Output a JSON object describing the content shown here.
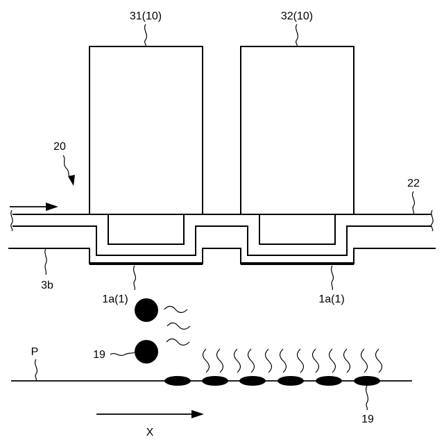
{
  "labels": {
    "head_left": "31(10)",
    "head_right": "32(10)",
    "unit": "20",
    "duct": "22",
    "base": "3b",
    "nozzle_left": "1a(1)",
    "nozzle_right": "1a(1)",
    "drop_left": "19",
    "drop_bottom": "19",
    "paper": "P",
    "direction": "X"
  }
}
